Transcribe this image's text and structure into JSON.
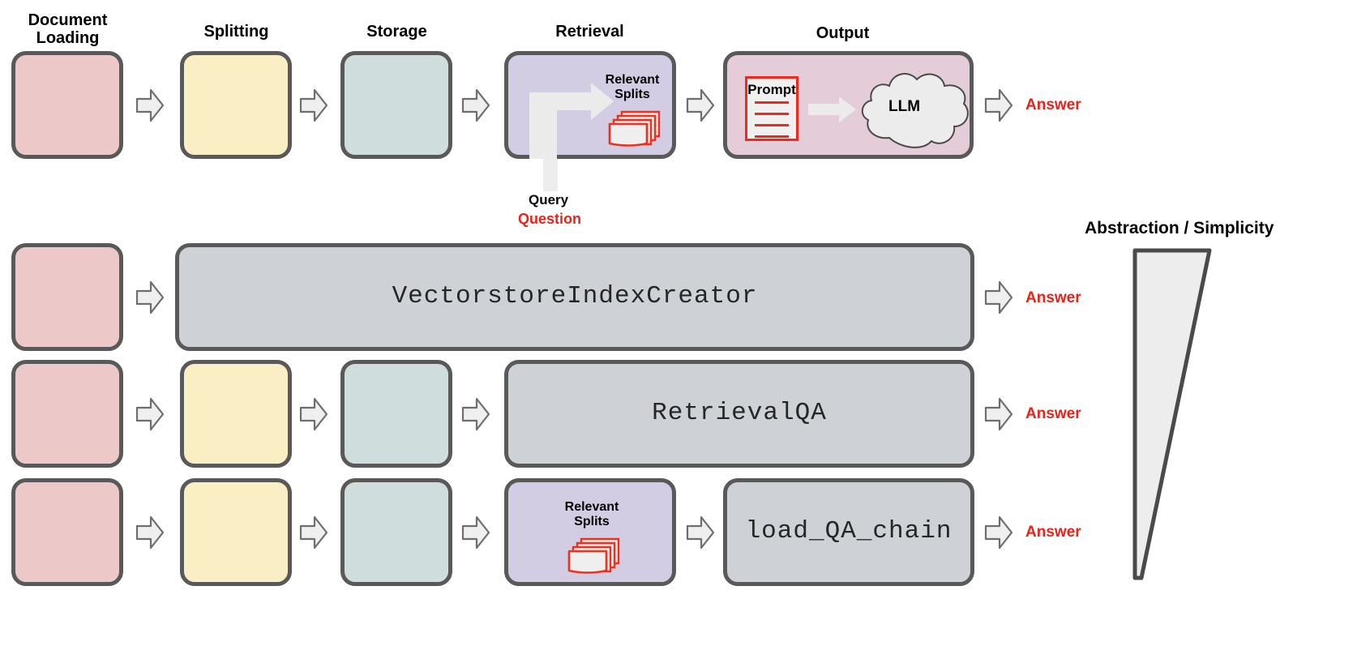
{
  "diagram": {
    "title_labels": {
      "document_loading": "Document\nLoading",
      "splitting": "Splitting",
      "storage": "Storage",
      "retrieval": "Retrieval",
      "output": "Output"
    },
    "retrieval_inner": {
      "relevant_splits": "Relevant\nSplits",
      "query_label": "Query",
      "question_label": "Question"
    },
    "output_inner": {
      "prompt_label": "Prompt",
      "llm_label": "LLM"
    },
    "answer_label": "Answer",
    "rows": [
      {
        "id": "row-pipeline",
        "kind": "stages",
        "answer": "Answer"
      },
      {
        "id": "row-vectorstore",
        "kind": "abstraction",
        "code": "VectorstoreIndexCreator",
        "answer": "Answer"
      },
      {
        "id": "row-retrievalqa",
        "kind": "abstraction",
        "code": "RetrievalQA",
        "answer": "Answer"
      },
      {
        "id": "row-loadqachain",
        "kind": "abstraction",
        "code": "load_QA_chain",
        "answer": "Answer"
      }
    ],
    "axis": {
      "label": "Abstraction / Simplicity"
    },
    "colors": {
      "document_loading": "#ecc8c8",
      "splitting": "#faeec4",
      "storage": "#cfdedd",
      "retrieval": "#d2cde3",
      "output": "#e4cdd9",
      "abstraction_bar": "#ced2d7",
      "stroke": "#595959",
      "accent_red": "#e8231a",
      "arrow_fill": "#efefef",
      "background": "#ffffff"
    }
  }
}
